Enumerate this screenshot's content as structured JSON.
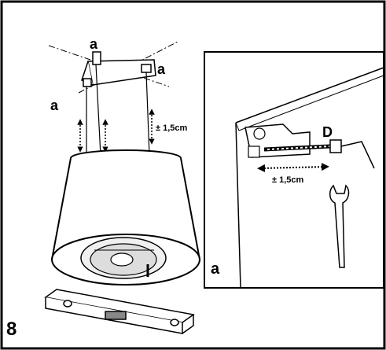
{
  "figure": {
    "step_number": "8",
    "labels": {
      "bracket_a_top": "a",
      "bracket_a_right": "a",
      "bracket_a_left": "a",
      "detail_a": "a",
      "screw_d": "D"
    },
    "measurements": {
      "height_adjust": "± 1,5cm",
      "screw_adjust": "± 1,5cm"
    }
  }
}
